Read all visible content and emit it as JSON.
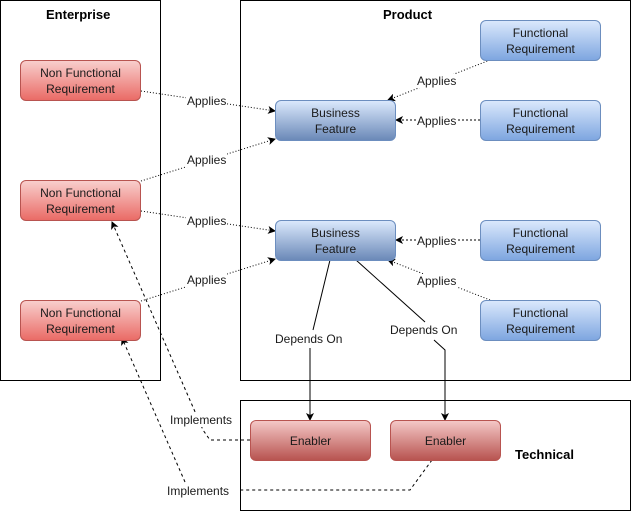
{
  "containers": {
    "enterprise": {
      "title": "Enterprise"
    },
    "product": {
      "title": "Product"
    },
    "technical": {
      "title": "Technical"
    }
  },
  "nodes": {
    "nfr1": "Non Functional\nRequirement",
    "nfr2": "Non Functional\nRequirement",
    "nfr3": "Non Functional\nRequirement",
    "bf1": "Business\nFeature",
    "bf2": "Business\nFeature",
    "fr1": "Functional\nRequirement",
    "fr2": "Functional\nRequirement",
    "fr3": "Functional\nRequirement",
    "fr4": "Functional\nRequirement",
    "en1": "Enabler",
    "en2": "Enabler"
  },
  "edges": {
    "applies": "Applies",
    "depends_on": "Depends On",
    "implements": "Implements"
  },
  "colors": {
    "nfr_fill_top": "#f8cecc",
    "nfr_fill_bottom": "#ea6b66",
    "nfr_stroke": "#b85450",
    "fr_fill_top": "#dae8fc",
    "fr_fill_bottom": "#7ea6e0",
    "fr_stroke": "#6c8ebf"
  }
}
